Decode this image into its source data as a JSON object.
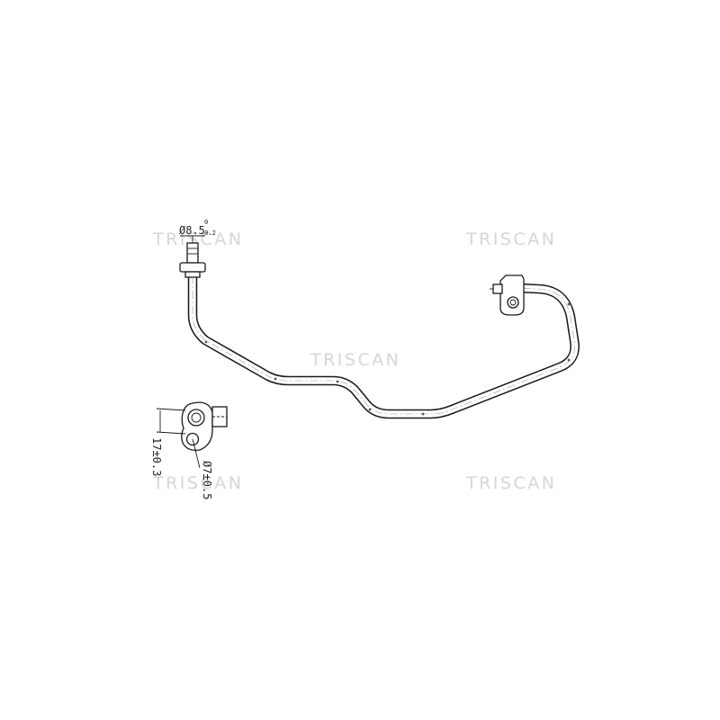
{
  "watermark": {
    "brand": "TRISCAN"
  },
  "dimensions": {
    "pipe_diameter_main": "Ø8.5",
    "pipe_diameter_tol_upper": "0",
    "pipe_diameter_tol_lower": "-0.2",
    "flange_hole_spacing": "17±0.3",
    "flange_hole_diameter": "Ø7±0.5"
  },
  "colors": {
    "line": "#1a1a1a",
    "watermark": "#d6d6d6",
    "background": "#ffffff"
  }
}
